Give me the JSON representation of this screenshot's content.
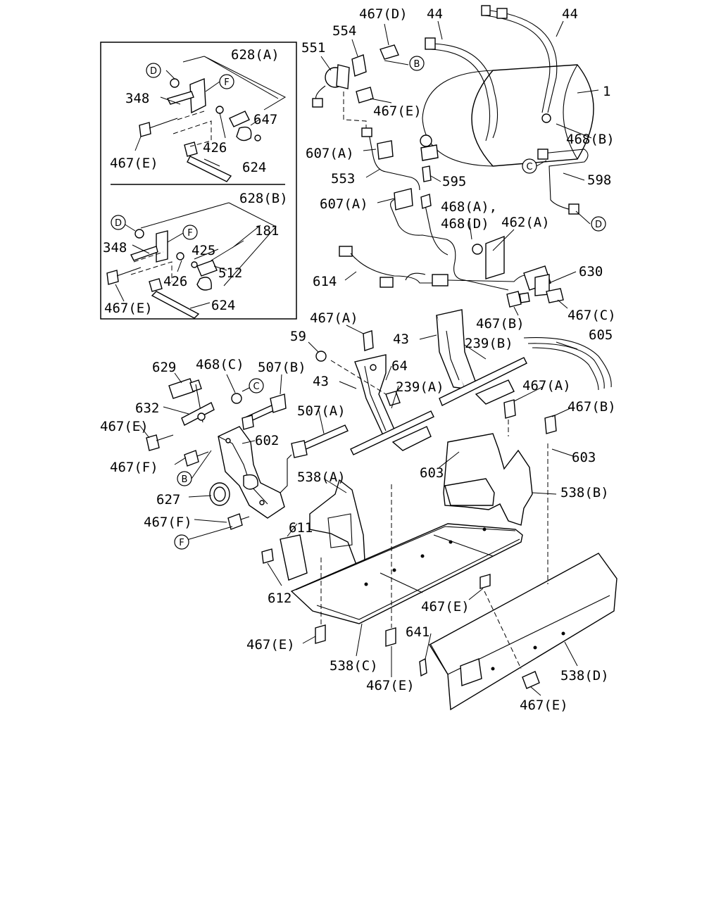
{
  "labels": {
    "l467D_top": "467(D)",
    "l44_a": "44",
    "l44_b": "44",
    "l554": "554",
    "l551": "551",
    "lB_top": "B",
    "l1": "1",
    "l467E_top": "467(E)",
    "l468B": "468(B)",
    "l607A_1": "607(A)",
    "lC_right": "C",
    "l598": "598",
    "l553": "553",
    "l595": "595",
    "l607A_2": "607(A)",
    "l468A": "468(A),",
    "l468D": "468(D)",
    "l462A": "462(A)",
    "lD_right": "D",
    "l614": "614",
    "l630": "630",
    "l467A_mid": "467(A)",
    "l467C": "467(C)",
    "l467B_mid": "467(B)",
    "l59": "59",
    "l43_a": "43",
    "l239B": "239(B)",
    "l605": "605",
    "l64": "64",
    "l43_b": "43",
    "l239A": "239(A)",
    "l467A_right": "467(A)",
    "l467B_right": "467(B)",
    "l629": "629",
    "l468C": "468(C)",
    "l507B": "507(B)",
    "lC_left": "C",
    "l632": "632",
    "l467E_left": "467(E)",
    "l507A": "507(A)",
    "l602": "602",
    "l603_a": "603",
    "l603_b": "603",
    "l467F_a": "467(F)",
    "lB_left": "B",
    "l538A": "538(A)",
    "l627": "627",
    "l538B": "538(B)",
    "l611": "611",
    "l467F_b": "467(F)",
    "lF_left": "F",
    "l612": "612",
    "l467E_mid": "467(E)",
    "l641": "641",
    "l467E_bl": "467(E)",
    "l538C": "538(C)",
    "l467E_bot": "467(E)",
    "l538D": "538(D)",
    "l467E_br": "467(E)",
    "i628A": "628(A)",
    "iD_1": "D",
    "iF_1": "F",
    "i348_1": "348",
    "i647": "647",
    "i467E_1": "467(E)",
    "i426_1": "426",
    "i624_1": "624",
    "i628B": "628(B)",
    "iD_2": "D",
    "iF_2": "F",
    "i181": "181",
    "i348_2": "348",
    "i425": "425",
    "i512": "512",
    "i426_2": "426",
    "i467E_2": "467(E)",
    "i624_2": "624"
  },
  "icons": [
    "bolt-icon",
    "nut-icon",
    "connector-icon",
    "bracket-icon",
    "reference-circle-icon"
  ],
  "colors": {
    "ink": "#000000",
    "paper": "#ffffff"
  }
}
